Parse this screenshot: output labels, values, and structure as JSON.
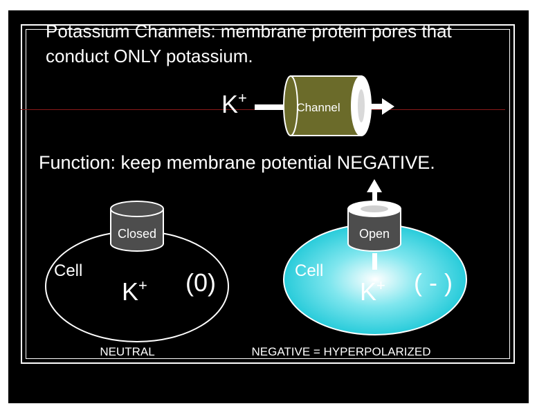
{
  "title": {
    "line1": "Potassium Channels: membrane protein pores that",
    "line2": "conduct ONLY potassium."
  },
  "top_diagram": {
    "ion": "K",
    "ion_charge": "+",
    "channel_label": "Channel"
  },
  "function_text": "Function: keep membrane potential NEGATIVE.",
  "left_cell": {
    "cell_label": "Cell",
    "ion": "K",
    "ion_charge": "+",
    "charge_label": "(0)",
    "channel_label": "Closed",
    "caption": "NEUTRAL"
  },
  "right_cell": {
    "cell_label": "Cell",
    "ion": "K",
    "ion_charge": "+",
    "charge_label": "( - )",
    "channel_label": "Open",
    "caption": "NEGATIVE = HYPERPOLARIZED"
  },
  "colors": {
    "background": "#000000",
    "channel_fill": "#6b6b2a",
    "closed_channel_fill": "#4d4d4d",
    "hyperpolarized_cell": "#17c6d6",
    "divider": "#8b1a1a"
  }
}
